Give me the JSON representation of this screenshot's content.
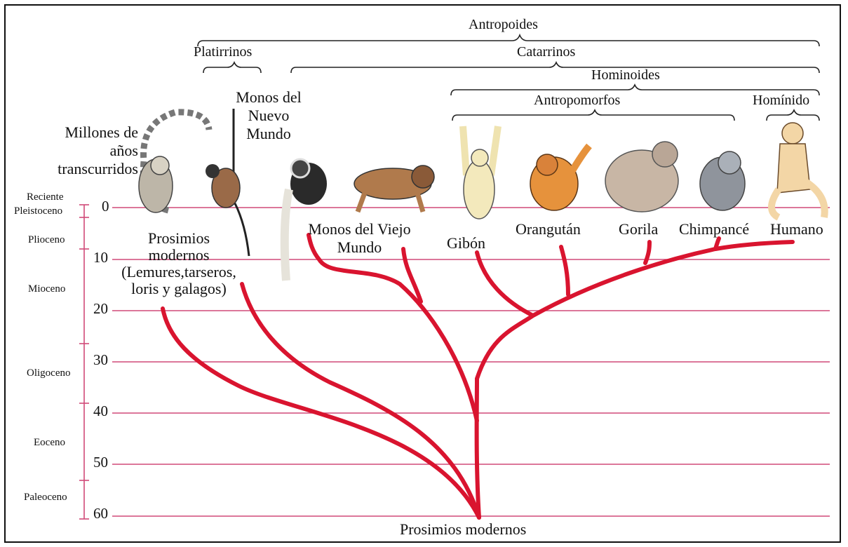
{
  "timeline": {
    "header": "Millones de años transcurridos",
    "ticks": [
      "0",
      "10",
      "20",
      "30",
      "40",
      "50",
      "60"
    ],
    "epochs": [
      "Reciente",
      "Pleistoceno",
      "Plioceno",
      "Mioceno",
      "Oligoceno",
      "Eoceno",
      "Paleoceno"
    ]
  },
  "groups": {
    "antropoides": "Antropoides",
    "platirrinos": "Platirrinos",
    "catarrinos": "Catarrinos",
    "hominoides": "Hominoides",
    "antropomorfos": "Antropomorfos",
    "hominido": "Homínido"
  },
  "taxa": {
    "prosimios_line1": "Prosimios",
    "prosimios_line2": "modernos",
    "prosimios_line3": "(Lemures,tarseros,",
    "prosimios_line4": "loris y galagos)",
    "nuevo_mundo_line1": "Monos del",
    "nuevo_mundo_line2": "Nuevo",
    "nuevo_mundo_line3": "Mundo",
    "viejo_mundo_line1": "Monos del Viejo",
    "viejo_mundo_line2": "Mundo",
    "gibon": "Gibón",
    "orangutan": "Orangután",
    "gorila": "Gorila",
    "chimpance": "Chimpancé",
    "humano": "Humano"
  },
  "root_label": "Prosimios modernos",
  "colors": {
    "branch": "#d9142f",
    "gridline": "#d04a78",
    "axis": "#d04a78"
  }
}
